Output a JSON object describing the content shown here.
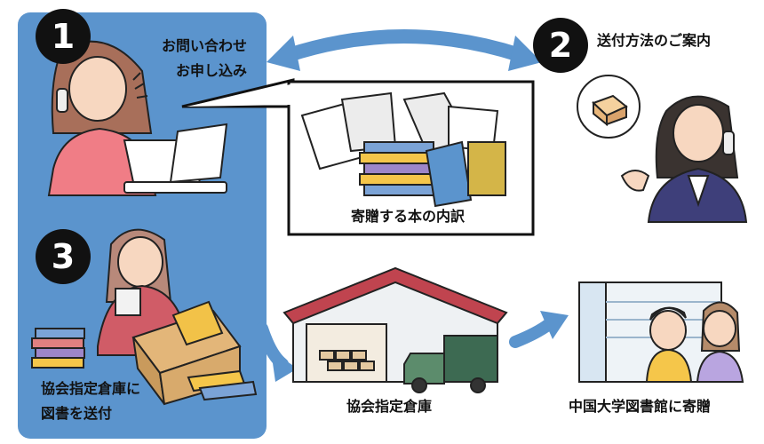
{
  "steps": {
    "step1": {
      "number": "1",
      "line1": "お問い合わせ",
      "line2": "お申し込み"
    },
    "step2": {
      "number": "2",
      "text": "送付方法のご案内"
    },
    "step3": {
      "number": "3",
      "line1": "協会指定倉庫に",
      "line2": "図書を送付"
    }
  },
  "speech_bubble": {
    "caption": "寄贈する本の内訳"
  },
  "warehouse": {
    "label": "協会指定倉庫"
  },
  "library": {
    "label": "中国大学図書館に寄贈"
  },
  "colors": {
    "panel": "#5b94cd",
    "arrow": "#5b94cd",
    "badge": "#111111",
    "roof": "#c0444f"
  }
}
